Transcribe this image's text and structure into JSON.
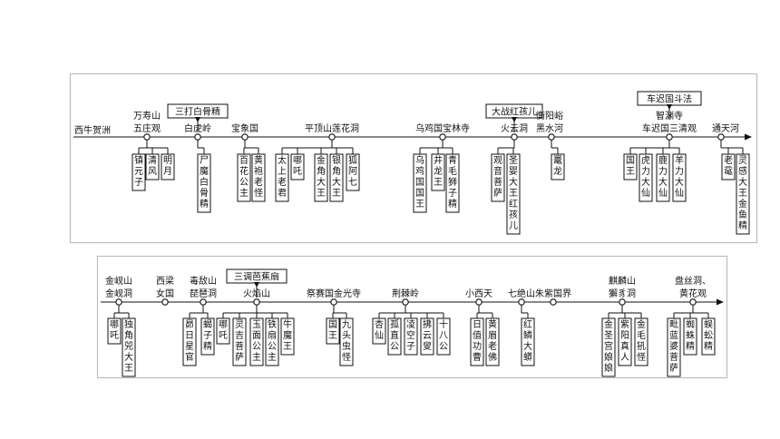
{
  "timelines": [
    {
      "start_label": "西牛贺洲",
      "stations": [
        {
          "label": "万寿山\n五庄观",
          "characters": [
            "镇元子",
            "清风",
            "明月"
          ]
        },
        {
          "label": "白虎岭",
          "event": "三打白骨精",
          "characters": [
            "尸魔白骨精"
          ]
        },
        {
          "label": "宝象国",
          "characters": [
            "百花公主",
            "黄袍老怪"
          ]
        },
        {
          "label": "平顶山莲花洞",
          "characters": [
            "太上老君",
            "哪吒",
            "金角大王",
            "银角大王",
            "狐阿七"
          ]
        },
        {
          "label": "乌鸡国宝林寺",
          "characters": [
            "乌鸡国国王",
            "井龙王",
            "青毛狮子精"
          ]
        },
        {
          "label": "火云洞",
          "event": "大战红孩儿",
          "characters": [
            "观音菩萨",
            "圣婴大王红孩儿"
          ]
        },
        {
          "label": "衡阳峪\n黑水河",
          "characters": [
            "鼍龙"
          ]
        },
        {
          "label": "智渊寺\n车迟国三清观",
          "event": "车迟国斗法",
          "characters": [
            "国王",
            "虎力大仙",
            "鹿力大仙",
            "羊力大仙"
          ]
        },
        {
          "label": "通天河",
          "characters": [
            "老鼋",
            "灵感大王金鱼精"
          ]
        }
      ]
    },
    {
      "start_label": "",
      "stations": [
        {
          "label": "金岘山\n金岘洞",
          "characters": [
            "哪吒",
            "独角兕大王"
          ]
        },
        {
          "label": "西梁\n女国",
          "characters": []
        },
        {
          "label": "毒敌山\n琵琶洞",
          "characters": [
            "昴日星官",
            "蝎子精"
          ]
        },
        {
          "label": "火焰山",
          "event": "三调芭蕉扇",
          "characters": [
            "哪吒",
            "灵吉菩萨",
            "玉面公主",
            "铁扇公主",
            "牛魔王"
          ]
        },
        {
          "label": "祭赛国金光寺",
          "characters": [
            "国王",
            "九头虫怪"
          ]
        },
        {
          "label": "荆棘岭",
          "characters": [
            "杏仙",
            "孤直公",
            "凌空子",
            "拂云叟",
            "十八公"
          ]
        },
        {
          "label": "小西天",
          "characters": [
            "日值功曹",
            "黄眉老佛"
          ]
        },
        {
          "label": "七绝山",
          "characters": [
            "红鳞大蟒"
          ]
        },
        {
          "label": "朱紫国界",
          "characters": []
        },
        {
          "label": "麒麟山\n獬豸洞",
          "characters": [
            "金圣宫娘娘",
            "紫阳真人",
            "金毛犼怪"
          ]
        },
        {
          "label": "盘丝洞、\n黄花观",
          "characters": [
            "毗蓝婆菩萨",
            "蜘蛛精",
            "蜈蚣精"
          ]
        }
      ]
    }
  ]
}
